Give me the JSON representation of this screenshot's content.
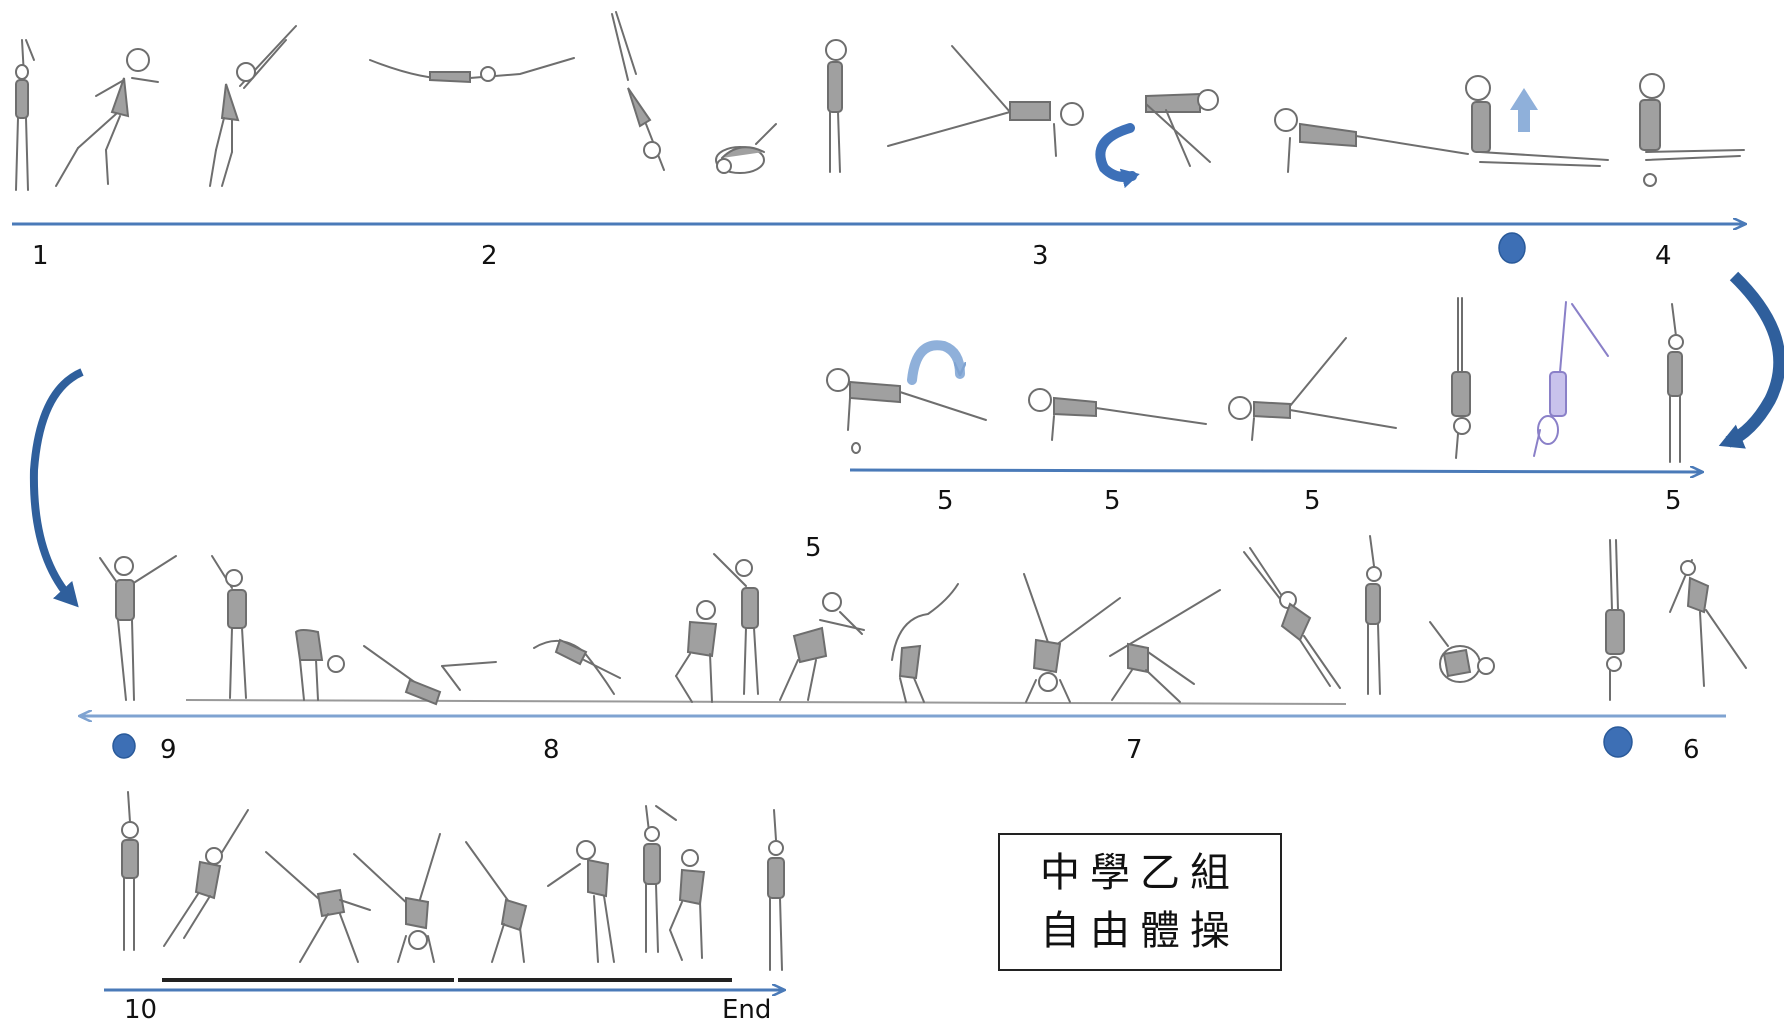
{
  "colors": {
    "arrow_blue": "#4a7ab8",
    "arrow_light": "#7fa3d1",
    "marker_blue": "#3d6fb5",
    "curve_dark": "#2f5f9c",
    "figure_fill": "#9a9a9a",
    "figure_stroke": "#6e6e6e"
  },
  "row1": {
    "labels": [
      "1",
      "2",
      "3",
      "4"
    ]
  },
  "row2": {
    "labels": [
      "5",
      "5",
      "5",
      "5"
    ]
  },
  "row3": {
    "labels": [
      "5",
      "9",
      "8",
      "7",
      "6"
    ]
  },
  "row4": {
    "labels": [
      "10",
      "End"
    ]
  },
  "title": {
    "line1": "中學乙組",
    "line2": "自由體操"
  },
  "icons": [
    "rotation-arrow-icon",
    "up-arrow-icon",
    "hold-marker-icon",
    "curved-return-arrow-icon"
  ]
}
